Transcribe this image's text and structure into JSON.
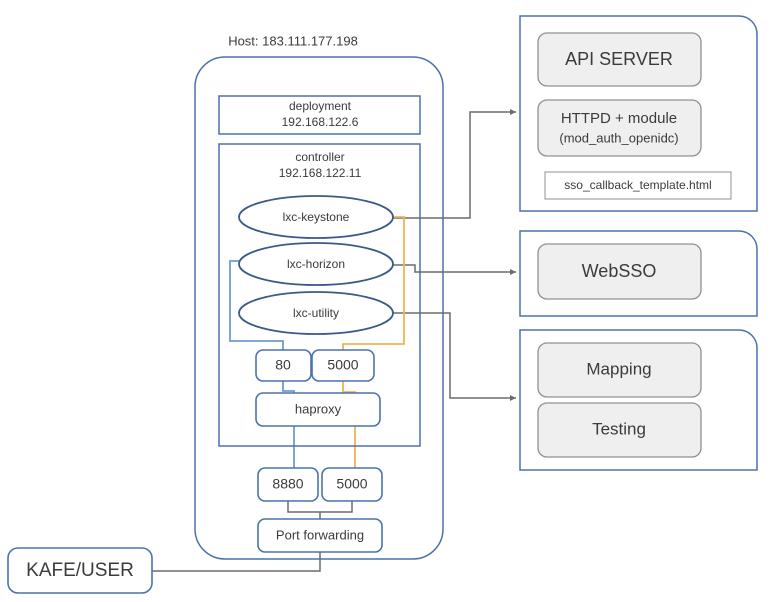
{
  "diagram": {
    "title": "Host: 183.111.177.198",
    "host_label": "Host: 183.111.177.198",
    "colors": {
      "blue_stroke": "#4a72ab",
      "ellipse_stroke": "#3b5a87",
      "gray_link": "#6b6b6b",
      "blue_link": "#6f9bd1",
      "orange_link": "#f0b253",
      "gray_fill": "#efefef",
      "text": "#3b3b3b"
    },
    "host": {
      "deployment": {
        "name": "deployment",
        "ip": "192.168.122.6"
      },
      "controller": {
        "name": "controller",
        "ip": "192.168.122.11",
        "containers": [
          {
            "label": "lxc-keystone"
          },
          {
            "label": "lxc-horizon"
          },
          {
            "label": "lxc-utility"
          }
        ],
        "ports": [
          {
            "label": "80"
          },
          {
            "label": "5000"
          }
        ],
        "proxy": {
          "label": "haproxy"
        }
      },
      "exposed_ports": [
        {
          "label": "8880"
        },
        {
          "label": "5000"
        }
      ],
      "port_forwarding": {
        "label": "Port forwarding"
      }
    },
    "client": {
      "label": "KAFE/USER"
    },
    "panels": [
      {
        "id": "api-server-panel",
        "items": [
          {
            "label": "API SERVER",
            "style": "gray"
          },
          {
            "label": "HTTPD + module",
            "sublabel": "(mod_auth_openidc)",
            "style": "gray"
          },
          {
            "label": "sso_callback_template.html",
            "style": "white"
          }
        ]
      },
      {
        "id": "websso-panel",
        "items": [
          {
            "label": "WebSSO",
            "style": "gray"
          }
        ]
      },
      {
        "id": "mapping-panel",
        "items": [
          {
            "label": "Mapping",
            "style": "gray"
          },
          {
            "label": "Testing",
            "style": "gray"
          }
        ]
      }
    ]
  }
}
